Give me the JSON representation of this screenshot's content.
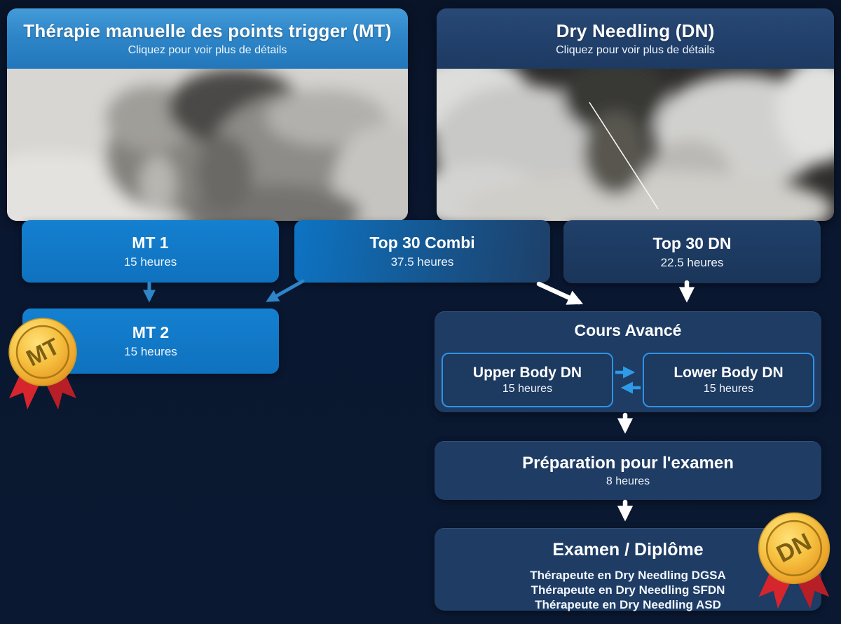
{
  "left_card": {
    "title": "Thérapie manuelle des points trigger (MT)",
    "subtitle": "Cliquez pour voir plus de détails",
    "photo": "grayscale-photo-trigger-point-massage-hands"
  },
  "right_card": {
    "title": "Dry Needling (DN)",
    "subtitle": "Cliquez pour voir plus de détails",
    "photo": "grayscale-photo-gloved-hands-needle"
  },
  "courses": {
    "mt1": {
      "title": "MT 1",
      "hours": "15 heures"
    },
    "combi": {
      "title": "Top 30 Combi",
      "hours": "37.5 heures"
    },
    "topdn": {
      "title": "Top 30 DN",
      "hours": "22.5 heures"
    },
    "mt2": {
      "title": "MT 2",
      "hours": "15 heures"
    },
    "advanced": {
      "title": "Cours Avancé",
      "upper": {
        "title": "Upper Body DN",
        "hours": "15 heures"
      },
      "lower": {
        "title": "Lower Body DN",
        "hours": "15 heures"
      }
    },
    "prep": {
      "title": "Préparation pour l'examen",
      "hours": "8 heures"
    },
    "exam": {
      "title": "Examen / Diplôme",
      "diplomas": [
        "Thérapeute en Dry Needling DGSA",
        "Thérapeute en Dry Needling SFDN",
        "Thérapeute en Dry Needling ASD"
      ]
    }
  },
  "badges": {
    "mt": "MT",
    "dn": "DN"
  },
  "colors": {
    "background": "#0a1730",
    "primary_blue": "#1179c8",
    "header_blue": "#2e86c8",
    "navy_panel": "#1e3c64",
    "inner_border": "#2f93e6",
    "arrow_blue": "#2e86c8",
    "arrow_light_blue": "#2e9be8",
    "arrow_white": "#ffffff",
    "medal_gold": "#f3c43c",
    "ribbon_red": "#d7252d"
  }
}
